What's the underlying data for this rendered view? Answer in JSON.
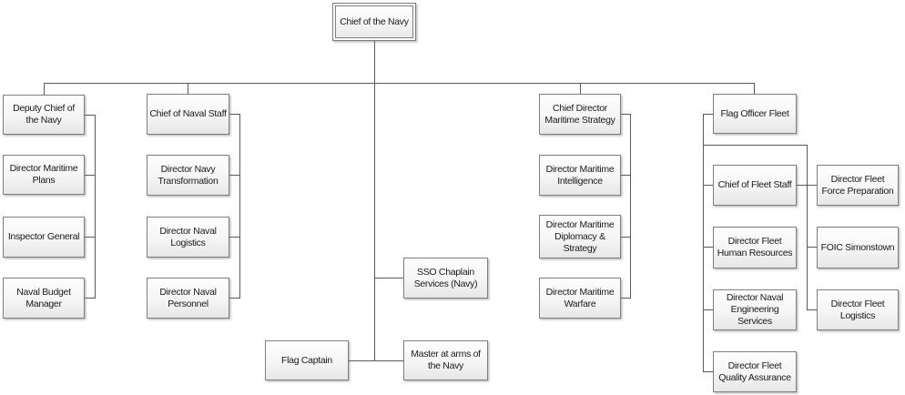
{
  "diagram_type": "organizational-chart",
  "nodes": {
    "chief_of_the_navy": "Chief of the Navy",
    "deputy_chief_of_the_navy": "Deputy Chief of the Navy",
    "director_maritime_plans": "Director Maritime Plans",
    "inspector_general": "Inspector General",
    "naval_budget_manager": "Naval Budget Manager",
    "chief_of_naval_staff": "Chief of Naval Staff",
    "director_navy_transformation": "Director Navy Transformation",
    "director_naval_logistics": "Director Naval Logistics",
    "director_naval_personnel": "Director Naval Personnel",
    "sso_chaplain_services": "SSO Chaplain Services (Navy)",
    "flag_captain": "Flag Captain",
    "master_at_arms": "Master at arms of the Navy",
    "chief_director_maritime_strategy": "Chief Director Maritime Strategy",
    "director_maritime_intelligence": "Director Maritime Intelligence",
    "director_maritime_diplomacy_strategy": "Director Maritime Diplomacy & Strategy",
    "director_maritime_warfare": "Director Maritime Warfare",
    "flag_officer_fleet": "Flag Officer Fleet",
    "chief_of_fleet_staff": "Chief of Fleet Staff",
    "director_fleet_human_resources": "Director Fleet Human Resources",
    "director_naval_engineering_services": "Director Naval Engineering Services",
    "director_fleet_quality_assurance": "Director Fleet Quality Assurance",
    "director_fleet_force_preparation": "Director Fleet Force Preparation",
    "foic_simonstown": "FOIC Simonstown",
    "director_fleet_logistics": "Director Fleet Logistics"
  },
  "hierarchy": {
    "label": "Chief of the Navy",
    "children": [
      {
        "label": "Deputy Chief of the Navy",
        "children": [
          {
            "label": "Director Maritime Plans"
          },
          {
            "label": "Inspector General"
          },
          {
            "label": "Naval Budget Manager"
          }
        ]
      },
      {
        "label": "Chief of Naval Staff",
        "children": [
          {
            "label": "Director Navy Transformation"
          },
          {
            "label": "Director Naval Logistics"
          },
          {
            "label": "Director Naval Personnel"
          }
        ]
      },
      {
        "label": "SSO Chaplain Services (Navy)"
      },
      {
        "label": "Flag Captain"
      },
      {
        "label": "Master at arms of the Navy"
      },
      {
        "label": "Chief Director Maritime Strategy",
        "children": [
          {
            "label": "Director Maritime Intelligence"
          },
          {
            "label": "Director Maritime Diplomacy & Strategy"
          },
          {
            "label": "Director Maritime Warfare"
          }
        ]
      },
      {
        "label": "Flag Officer Fleet",
        "children": [
          {
            "label": "Chief of Fleet Staff"
          },
          {
            "label": "Director Fleet Human Resources"
          },
          {
            "label": "Director Naval Engineering Services"
          },
          {
            "label": "Director Fleet Quality Assurance"
          },
          {
            "label": "Director Fleet Force Preparation"
          },
          {
            "label": "FOIC Simonstown"
          },
          {
            "label": "Director Fleet Logistics"
          }
        ]
      }
    ]
  },
  "style_colors": {
    "connector_line": "#5a5a5a",
    "node_border": "#7f7f7f",
    "node_fill_top": "#fefefe",
    "node_fill_bottom": "#e7e7e7"
  }
}
